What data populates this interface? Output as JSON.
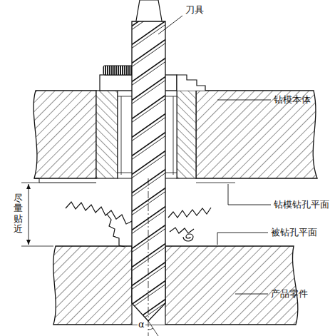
{
  "diagram": {
    "labels": [
      "刀具",
      "钻模本体",
      "尽量贴近",
      "钻模钻孔平面",
      "被钻孔平面",
      "产品零件",
      "α"
    ]
  }
}
